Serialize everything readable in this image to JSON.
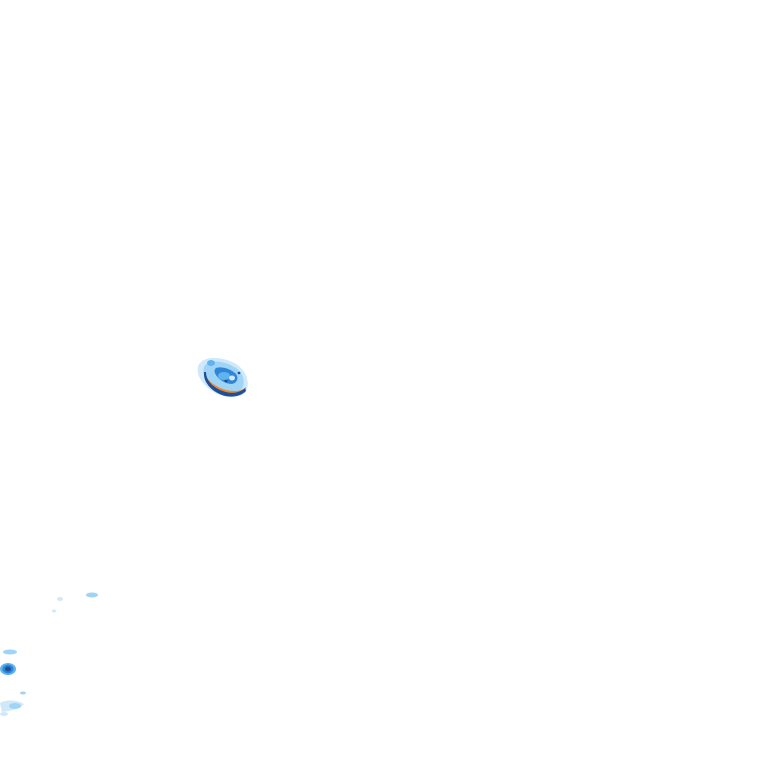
{
  "layer": {
    "type": "radar-reflectivity-overlay",
    "background": "#ffffff"
  },
  "palette": {
    "very_light": "#cfe9fb",
    "light": "#9fd4f6",
    "medium": "#5fb3ee",
    "strong": "#2f86d6",
    "dark": "#1f4f9a",
    "heavy": "#f08a24"
  },
  "echoes": [
    {
      "name": "main-storm-cell",
      "intensity_levels": [
        "very_light",
        "light",
        "medium",
        "strong",
        "dark",
        "heavy"
      ]
    },
    {
      "name": "speck-northwest",
      "intensity_levels": [
        "light"
      ]
    },
    {
      "name": "speck-southwest-small",
      "intensity_levels": [
        "very_light"
      ]
    },
    {
      "name": "speck-west-upper",
      "intensity_levels": [
        "light"
      ]
    },
    {
      "name": "edge-cell-west",
      "intensity_levels": [
        "medium",
        "strong",
        "dark"
      ]
    },
    {
      "name": "speck-edge-lower",
      "intensity_levels": [
        "light",
        "very_light"
      ]
    }
  ]
}
